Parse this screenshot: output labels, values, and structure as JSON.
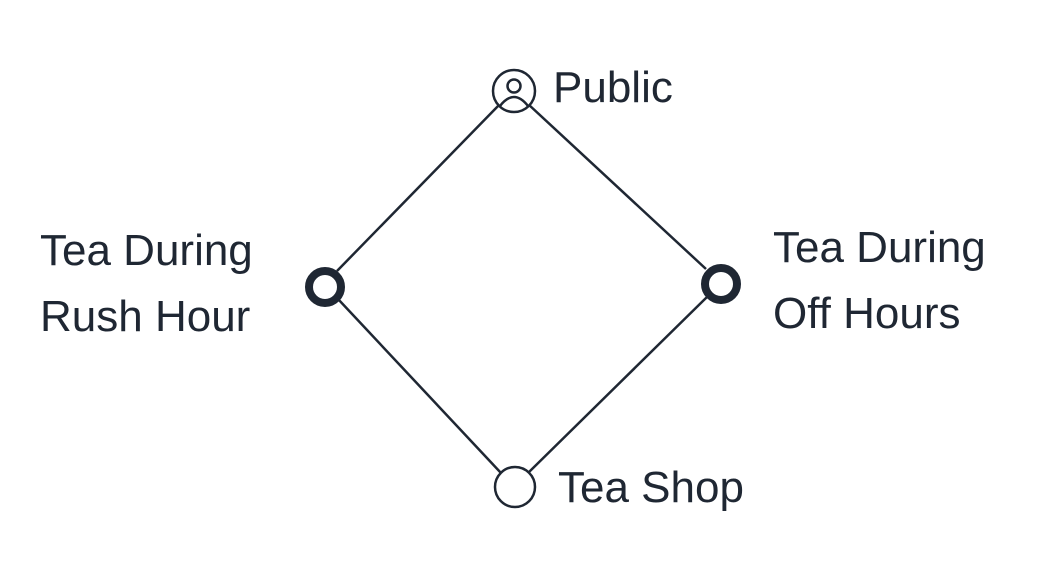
{
  "diagram": {
    "nodes": [
      {
        "id": "public",
        "label": "Public",
        "style": "person-icon"
      },
      {
        "id": "rush_hour",
        "label": "Tea During\nRush Hour",
        "style": "bold-ring"
      },
      {
        "id": "off_hours",
        "label": "Tea During\nOff Hours",
        "style": "bold-ring"
      },
      {
        "id": "tea_shop",
        "label": "Tea Shop",
        "style": "thin-ring"
      }
    ],
    "edges": [
      {
        "from": "public",
        "to": "rush_hour"
      },
      {
        "from": "public",
        "to": "off_hours"
      },
      {
        "from": "rush_hour",
        "to": "tea_shop"
      },
      {
        "from": "off_hours",
        "to": "tea_shop"
      }
    ],
    "colors": {
      "stroke": "#1f2733",
      "fill": "#ffffff"
    }
  }
}
